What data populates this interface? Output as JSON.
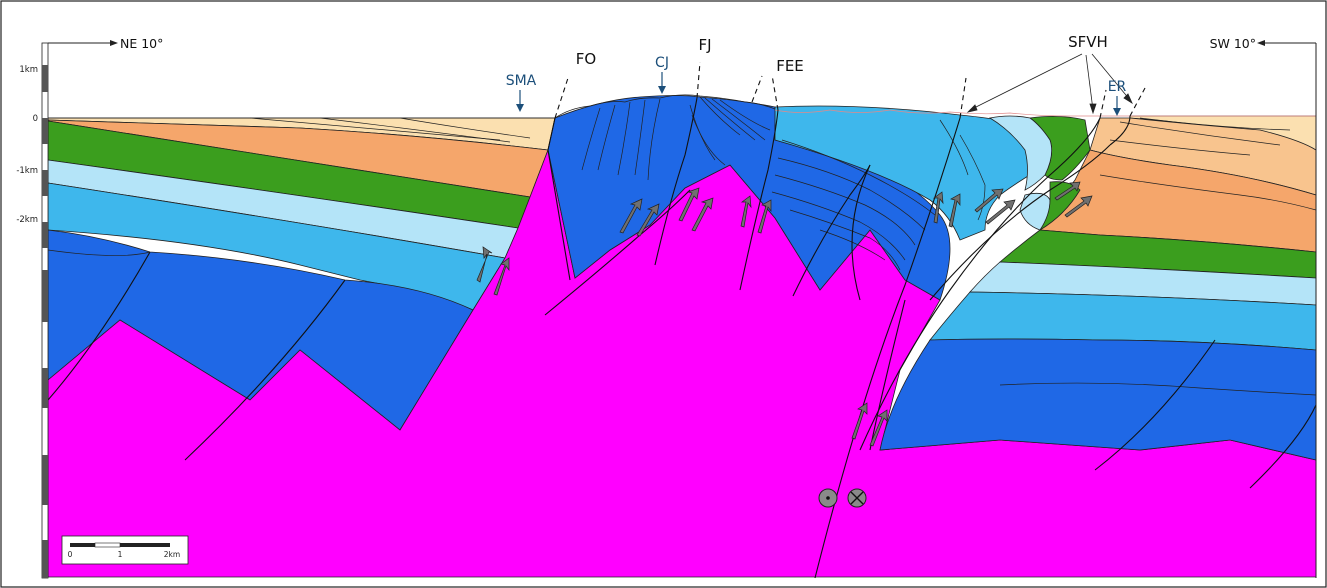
{
  "orientation": {
    "left": "NE 10°",
    "right": "SW 10°"
  },
  "vertical_scale": {
    "ticks": [
      "1km",
      "0",
      "-1km",
      "-2km"
    ]
  },
  "fault_labels": {
    "fo": "FO",
    "fj": "FJ",
    "fee": "FEE",
    "sfvh": "SFVH"
  },
  "locality_labels": {
    "sma": "SMA",
    "cj": "CJ",
    "er": "ER"
  },
  "scale_bar": {
    "ticks": [
      "0",
      "1",
      "2km"
    ]
  },
  "colors": {
    "magenta_unit": "#ff00ff",
    "dark_blue_unit": "#1f68e6",
    "mid_blue_unit": "#3eb7ec",
    "pale_blue_unit": "#b4e4f8",
    "green_unit": "#3b9e1e",
    "orange_unit": "#f5a66b",
    "light_orange_unit": "#f8c48e",
    "cream_unit": "#fbe0b0",
    "arrow_fill": "#707070",
    "label_blue": "#1c4f7a"
  }
}
